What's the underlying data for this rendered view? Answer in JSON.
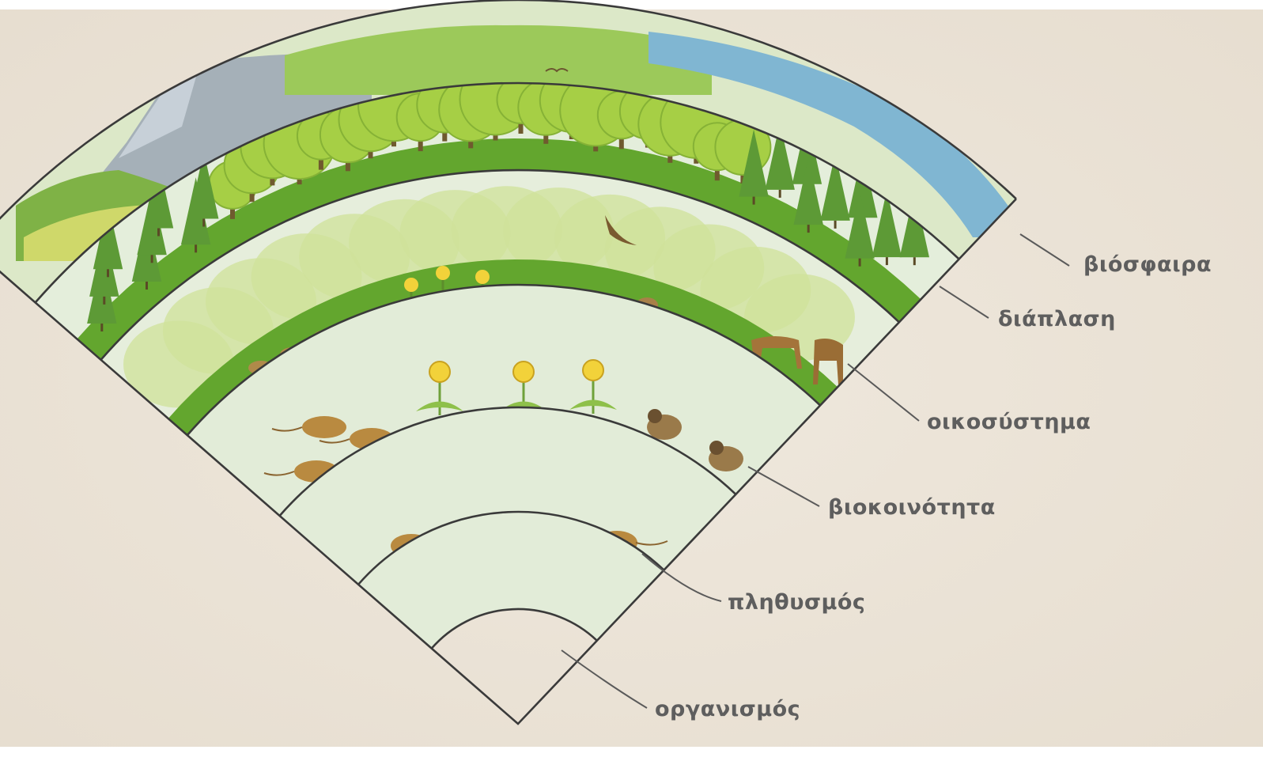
{
  "diagram": {
    "levels": [
      {
        "key": "biosphere",
        "label": "βιόσφαιρα"
      },
      {
        "key": "landscape",
        "label": "διάπλαση"
      },
      {
        "key": "ecosystem",
        "label": "οικοσύστημα"
      },
      {
        "key": "community",
        "label": "βιοκοινότητα"
      },
      {
        "key": "population",
        "label": "πληθυσμός"
      },
      {
        "key": "organism",
        "label": "οργανισμός"
      }
    ]
  },
  "colors": {
    "paper": "#ece4d8",
    "panel": "#e2ecd8",
    "grass": "#63a62e",
    "tree": "#a6cf45",
    "conifer": "#5d9a36",
    "water": "#80b6d2",
    "mountain": "#9eaab6",
    "animal": "#b98a40",
    "flower": "#f2d23a",
    "outline": "#3a3a3a",
    "label": "#5e5e5e"
  }
}
